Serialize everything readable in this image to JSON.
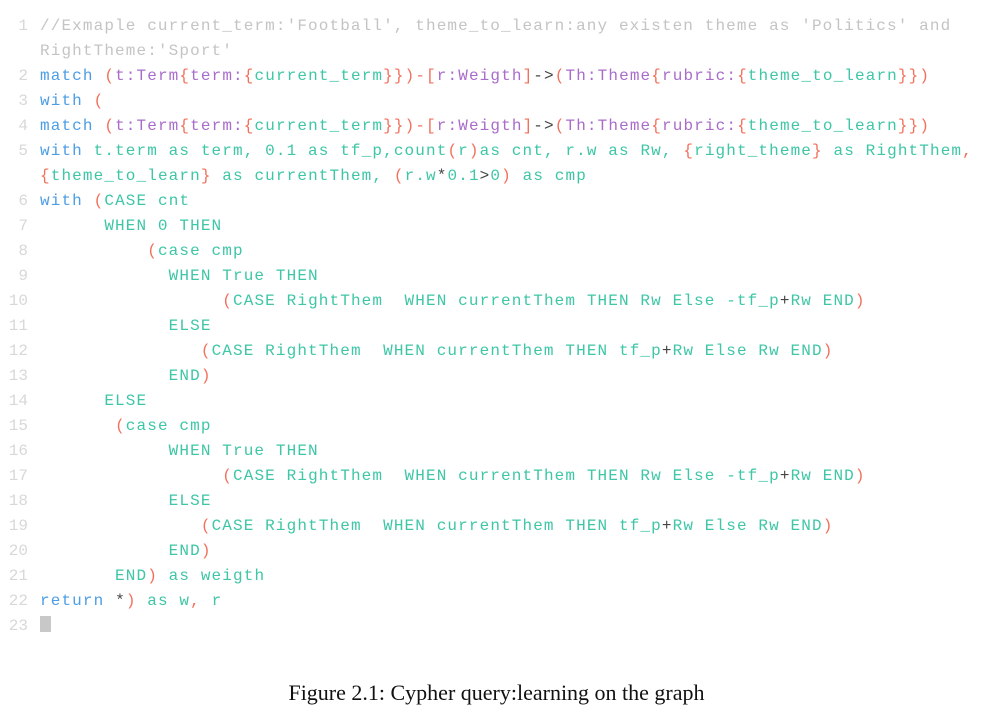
{
  "listing": {
    "rows": [
      {
        "n": "1",
        "t": [
          [
            "comment",
            "//Exmaple current_term:'Football', theme_to_learn:any existen theme as 'Politics' and"
          ]
        ]
      },
      {
        "n": "",
        "t": [
          [
            "comment",
            "RightTheme:'Sport'"
          ]
        ]
      },
      {
        "n": "2",
        "t": [
          [
            "keyword",
            "match"
          ],
          [
            "ident",
            " "
          ],
          [
            "punct",
            "("
          ],
          [
            "label",
            "t:Term"
          ],
          [
            "punct",
            "{"
          ],
          [
            "label",
            "term:"
          ],
          [
            "punct",
            "{"
          ],
          [
            "ident",
            "current_term"
          ],
          [
            "punct",
            "}})-["
          ],
          [
            "label",
            "r:Weigth"
          ],
          [
            "punct",
            "]"
          ],
          [
            "op",
            "->"
          ],
          [
            "punct",
            "("
          ],
          [
            "label",
            "Th:Theme"
          ],
          [
            "punct",
            "{"
          ],
          [
            "label",
            "rubric:"
          ],
          [
            "punct",
            "{"
          ],
          [
            "ident",
            "theme_to_learn"
          ],
          [
            "punct",
            "}})"
          ]
        ]
      },
      {
        "n": "3",
        "t": [
          [
            "keyword",
            "with"
          ],
          [
            "ident",
            " "
          ],
          [
            "punct",
            "("
          ]
        ]
      },
      {
        "n": "4",
        "t": [
          [
            "keyword",
            "match"
          ],
          [
            "ident",
            " "
          ],
          [
            "punct",
            "("
          ],
          [
            "label",
            "t:Term"
          ],
          [
            "punct",
            "{"
          ],
          [
            "label",
            "term:"
          ],
          [
            "punct",
            "{"
          ],
          [
            "ident",
            "current_term"
          ],
          [
            "punct",
            "}})-["
          ],
          [
            "label",
            "r:Weigth"
          ],
          [
            "punct",
            "]"
          ],
          [
            "op",
            "->"
          ],
          [
            "punct",
            "("
          ],
          [
            "label",
            "Th:Theme"
          ],
          [
            "punct",
            "{"
          ],
          [
            "label",
            "rubric:"
          ],
          [
            "punct",
            "{"
          ],
          [
            "ident",
            "theme_to_learn"
          ],
          [
            "punct",
            "}})"
          ]
        ]
      },
      {
        "n": "5",
        "t": [
          [
            "keyword",
            "with"
          ],
          [
            "ident",
            " t.term as term, 0.1 as tf_p,count"
          ],
          [
            "punct",
            "("
          ],
          [
            "ident",
            "r"
          ],
          [
            "punct",
            ")"
          ],
          [
            "ident",
            "as cnt, r.w as Rw, "
          ],
          [
            "punct",
            "{"
          ],
          [
            "ident",
            "right_theme"
          ],
          [
            "punct",
            "}"
          ],
          [
            "ident",
            " as RightThem"
          ],
          [
            "punct",
            ","
          ]
        ]
      },
      {
        "n": "",
        "t": [
          [
            "punct",
            "{"
          ],
          [
            "ident",
            "theme_to_learn"
          ],
          [
            "punct",
            "}"
          ],
          [
            "ident",
            " as currentThem, "
          ],
          [
            "punct",
            "("
          ],
          [
            "ident",
            "r.w"
          ],
          [
            "op",
            "*"
          ],
          [
            "ident",
            "0.1"
          ],
          [
            "op",
            ">"
          ],
          [
            "ident",
            "0"
          ],
          [
            "punct",
            ")"
          ],
          [
            "ident",
            " as cmp"
          ]
        ]
      },
      {
        "n": "6",
        "t": [
          [
            "keyword",
            "with"
          ],
          [
            "ident",
            " "
          ],
          [
            "punct",
            "("
          ],
          [
            "ident",
            "CASE cnt"
          ]
        ]
      },
      {
        "n": "7",
        "t": [
          [
            "ident",
            "      WHEN 0 THEN"
          ]
        ]
      },
      {
        "n": "8",
        "t": [
          [
            "ident",
            "          "
          ],
          [
            "punct",
            "("
          ],
          [
            "ident",
            "case cmp"
          ]
        ]
      },
      {
        "n": "9",
        "t": [
          [
            "ident",
            "            WHEN True THEN"
          ]
        ]
      },
      {
        "n": "10",
        "t": [
          [
            "ident",
            "                 "
          ],
          [
            "punct",
            "("
          ],
          [
            "ident",
            "CASE RightThem  WHEN currentThem THEN Rw Else -tf_p"
          ],
          [
            "op",
            "+"
          ],
          [
            "ident",
            "Rw END"
          ],
          [
            "punct",
            ")"
          ]
        ]
      },
      {
        "n": "11",
        "t": [
          [
            "ident",
            "            ELSE"
          ]
        ]
      },
      {
        "n": "12",
        "t": [
          [
            "ident",
            "               "
          ],
          [
            "punct",
            "("
          ],
          [
            "ident",
            "CASE RightThem  WHEN currentThem THEN tf_p"
          ],
          [
            "op",
            "+"
          ],
          [
            "ident",
            "Rw Else Rw END"
          ],
          [
            "punct",
            ")"
          ]
        ]
      },
      {
        "n": "13",
        "t": [
          [
            "ident",
            "            END"
          ],
          [
            "punct",
            ")"
          ]
        ]
      },
      {
        "n": "14",
        "t": [
          [
            "ident",
            "      ELSE"
          ]
        ]
      },
      {
        "n": "15",
        "t": [
          [
            "ident",
            "       "
          ],
          [
            "punct",
            "("
          ],
          [
            "ident",
            "case cmp"
          ]
        ]
      },
      {
        "n": "16",
        "t": [
          [
            "ident",
            "            WHEN True THEN"
          ]
        ]
      },
      {
        "n": "17",
        "t": [
          [
            "ident",
            "                 "
          ],
          [
            "punct",
            "("
          ],
          [
            "ident",
            "CASE RightThem  WHEN currentThem THEN Rw Else -tf_p"
          ],
          [
            "op",
            "+"
          ],
          [
            "ident",
            "Rw END"
          ],
          [
            "punct",
            ")"
          ]
        ]
      },
      {
        "n": "18",
        "t": [
          [
            "ident",
            "            ELSE"
          ]
        ]
      },
      {
        "n": "19",
        "t": [
          [
            "ident",
            "               "
          ],
          [
            "punct",
            "("
          ],
          [
            "ident",
            "CASE RightThem  WHEN currentThem THEN tf_p"
          ],
          [
            "op",
            "+"
          ],
          [
            "ident",
            "Rw Else Rw END"
          ],
          [
            "punct",
            ")"
          ]
        ]
      },
      {
        "n": "20",
        "t": [
          [
            "ident",
            "            END"
          ],
          [
            "punct",
            ")"
          ]
        ]
      },
      {
        "n": "21",
        "t": [
          [
            "ident",
            "       END"
          ],
          [
            "punct",
            ")"
          ],
          [
            "ident",
            " as weigth"
          ]
        ]
      },
      {
        "n": "22",
        "t": [
          [
            "keyword",
            "return"
          ],
          [
            "ident",
            " "
          ],
          [
            "op",
            "*"
          ],
          [
            "punct",
            ")"
          ],
          [
            "ident",
            " as w"
          ],
          [
            "punct",
            ","
          ],
          [
            "ident",
            " r"
          ]
        ]
      },
      {
        "n": "23",
        "t": [],
        "cursor": true
      }
    ]
  },
  "caption": "Figure 2.1: Cypher query:learning on the graph"
}
